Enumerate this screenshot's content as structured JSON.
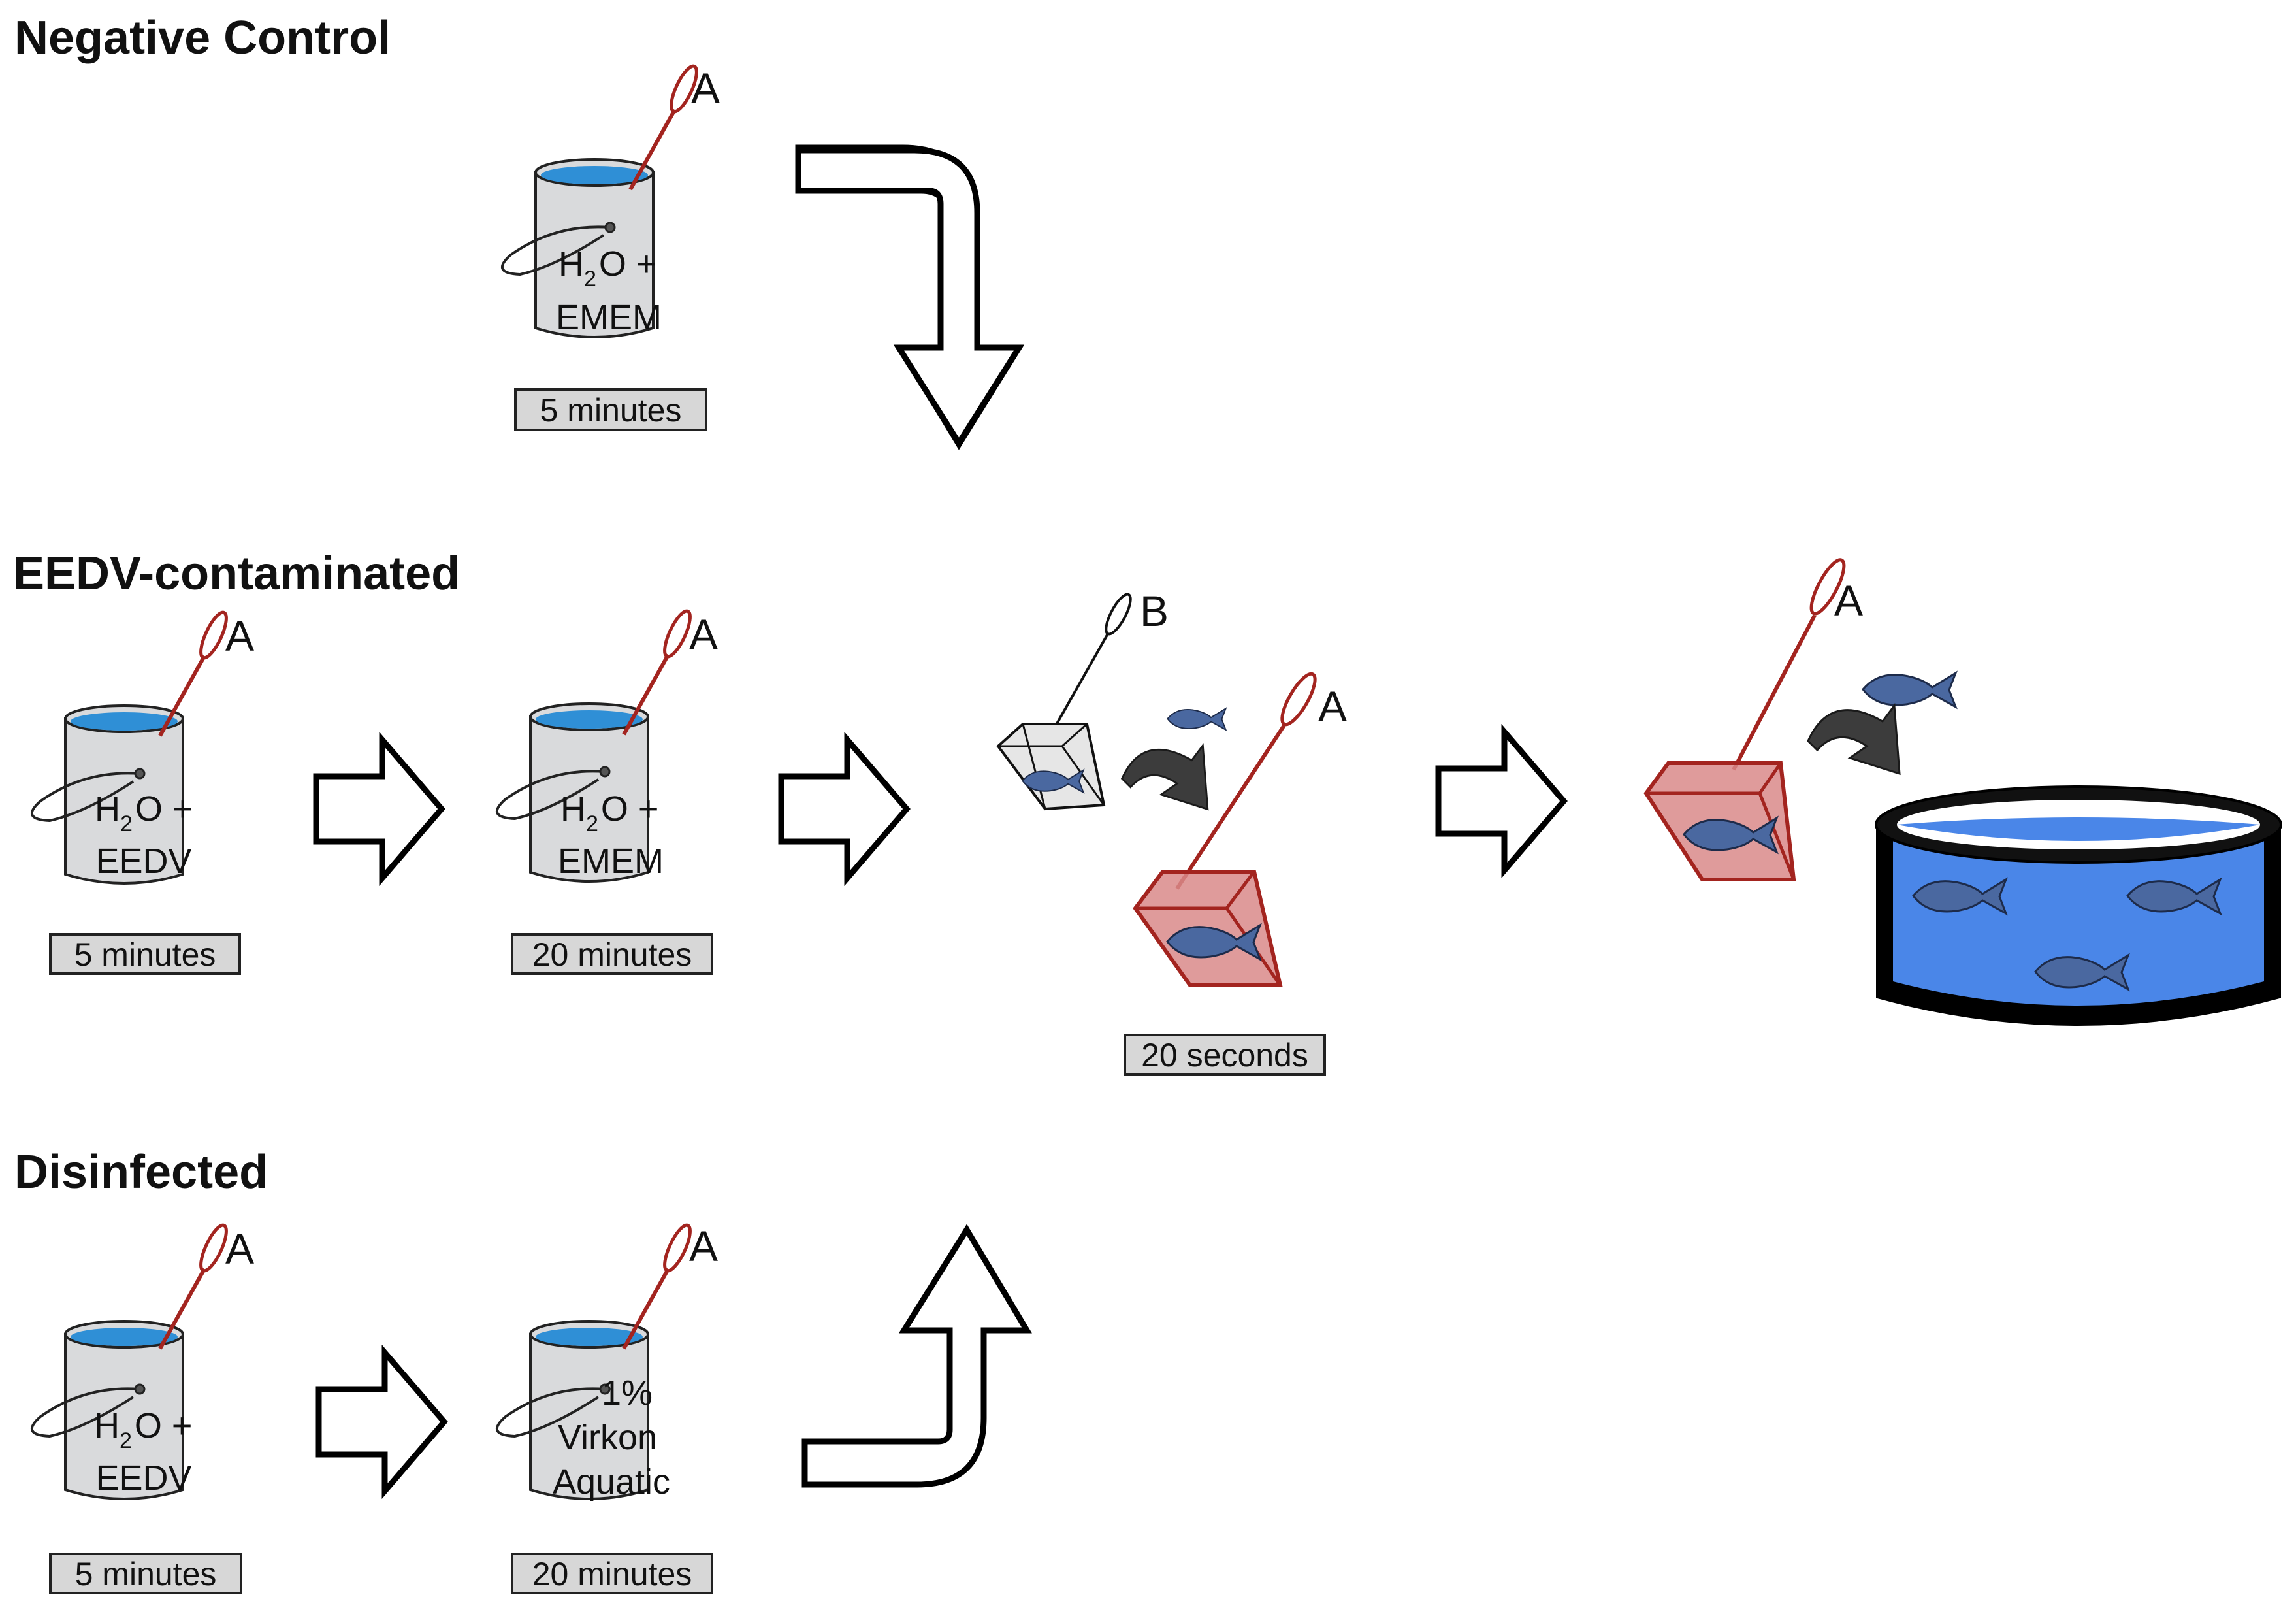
{
  "sections": {
    "negative_control": "Negative Control",
    "eedv_contaminated": "EEDV-contaminated",
    "disinfected": "Disinfected"
  },
  "net_labels": {
    "a": "A",
    "b": "B"
  },
  "buckets": {
    "neg_1": {
      "h": "H",
      "sub": "2",
      "rest": "O +",
      "line2": "EMEM",
      "duration": "5 minutes"
    },
    "eedv_1": {
      "h": "H",
      "sub": "2",
      "rest": "O +",
      "line2": "EEDV",
      "duration": "5 minutes"
    },
    "eedv_2": {
      "h": "H",
      "sub": "2",
      "rest": "O +",
      "line2": "EMEM",
      "duration": "20 minutes"
    },
    "dis_1": {
      "h": "H",
      "sub": "2",
      "rest": "O +",
      "line2": "EEDV",
      "duration": "5 minutes"
    },
    "dis_2": {
      "line1": "1%",
      "line2": "Virkon",
      "line3": "Aquatic",
      "duration": "20 minutes"
    }
  },
  "net_transfer": {
    "duration": "20 seconds"
  },
  "colors": {
    "water": "#2f8fd6",
    "bucket": "#d9dadc",
    "net_red": "#a3241f",
    "net_fill": "#d9898a",
    "fish": "#4a68a0",
    "tank_water": "#4a86e8",
    "label_box": "#d7d7d7"
  },
  "icons": [
    "bucket-icon",
    "dip-net-icon",
    "fish-icon",
    "hollow-arrow-icon",
    "curved-arrow-icon",
    "tank-icon"
  ]
}
